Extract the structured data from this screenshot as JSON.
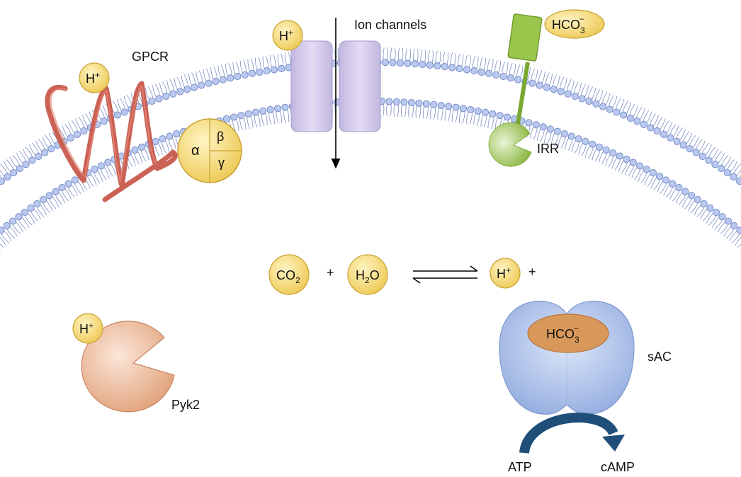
{
  "labels": {
    "gpcr": "GPCR",
    "ion_channels": "Ion channels",
    "irr": "IRR",
    "pyk2": "Pyk2",
    "sac": "sAC",
    "atp": "ATP",
    "camp": "cAMP",
    "plus": "+",
    "alpha": "α",
    "beta": "β",
    "gamma": "γ"
  },
  "ions": {
    "h": "H",
    "h_charge": "+",
    "bicarbonate_base": "HCO",
    "bicarbonate_sub": "3",
    "bicarbonate_charge": "−",
    "co2_base": "CO",
    "co2_sub": "2",
    "h2o_h": "H",
    "h2o_sub": "2",
    "h2o_o": "O"
  },
  "colors": {
    "bead": "#b9c8ee",
    "bead_stroke": "#6f86c6",
    "tail": "#7d8fc4",
    "ion_fill": "#f3d36b",
    "ion_stroke": "#c9a233",
    "gpcr": "#c85a4c",
    "channel": "#cfc6e6",
    "irr": "#8db840",
    "pyk2": "#e3ab8c",
    "sac": "#9fb6e3",
    "sac_pocket": "#d89859",
    "arrow": "#1f4f79"
  }
}
